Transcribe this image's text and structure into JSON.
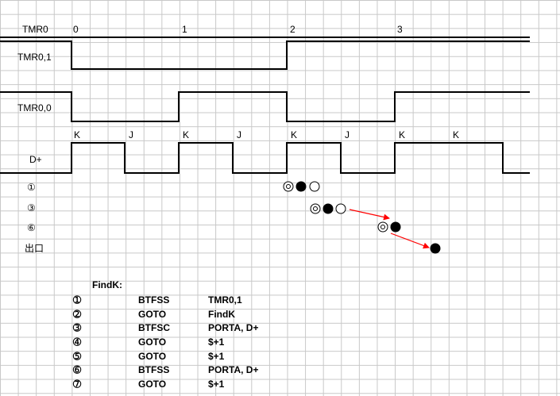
{
  "diagram": {
    "signals": [
      {
        "label": "TMR0",
        "ticks": [
          "0",
          "1",
          "2",
          "3"
        ]
      },
      {
        "label": "TMR0,1"
      },
      {
        "label": "TMR0,0"
      },
      {
        "label": "D+",
        "bit_marks": [
          "K",
          "J",
          "K",
          "J",
          "K",
          "J",
          "K",
          "K"
        ]
      }
    ],
    "step_labels": [
      "①",
      "③",
      "⑥",
      "出口"
    ],
    "arrow_color": "#ff0000"
  },
  "code": {
    "label": "FindK:",
    "lines": [
      {
        "num": "➀",
        "op": "BTFSS",
        "arg": "TMR0,1"
      },
      {
        "num": "➁",
        "op": "GOTO",
        "arg": "FindK"
      },
      {
        "num": "➂",
        "op": "BTFSC",
        "arg": "PORTA, D+"
      },
      {
        "num": "➃",
        "op": "GOTO",
        "arg": "$+1"
      },
      {
        "num": "➄",
        "op": "GOTO",
        "arg": "$+1"
      },
      {
        "num": "➅",
        "op": "BTFSS",
        "arg": "PORTA, D+"
      },
      {
        "num": "➆",
        "op": "GOTO",
        "arg": "$+1"
      }
    ]
  }
}
